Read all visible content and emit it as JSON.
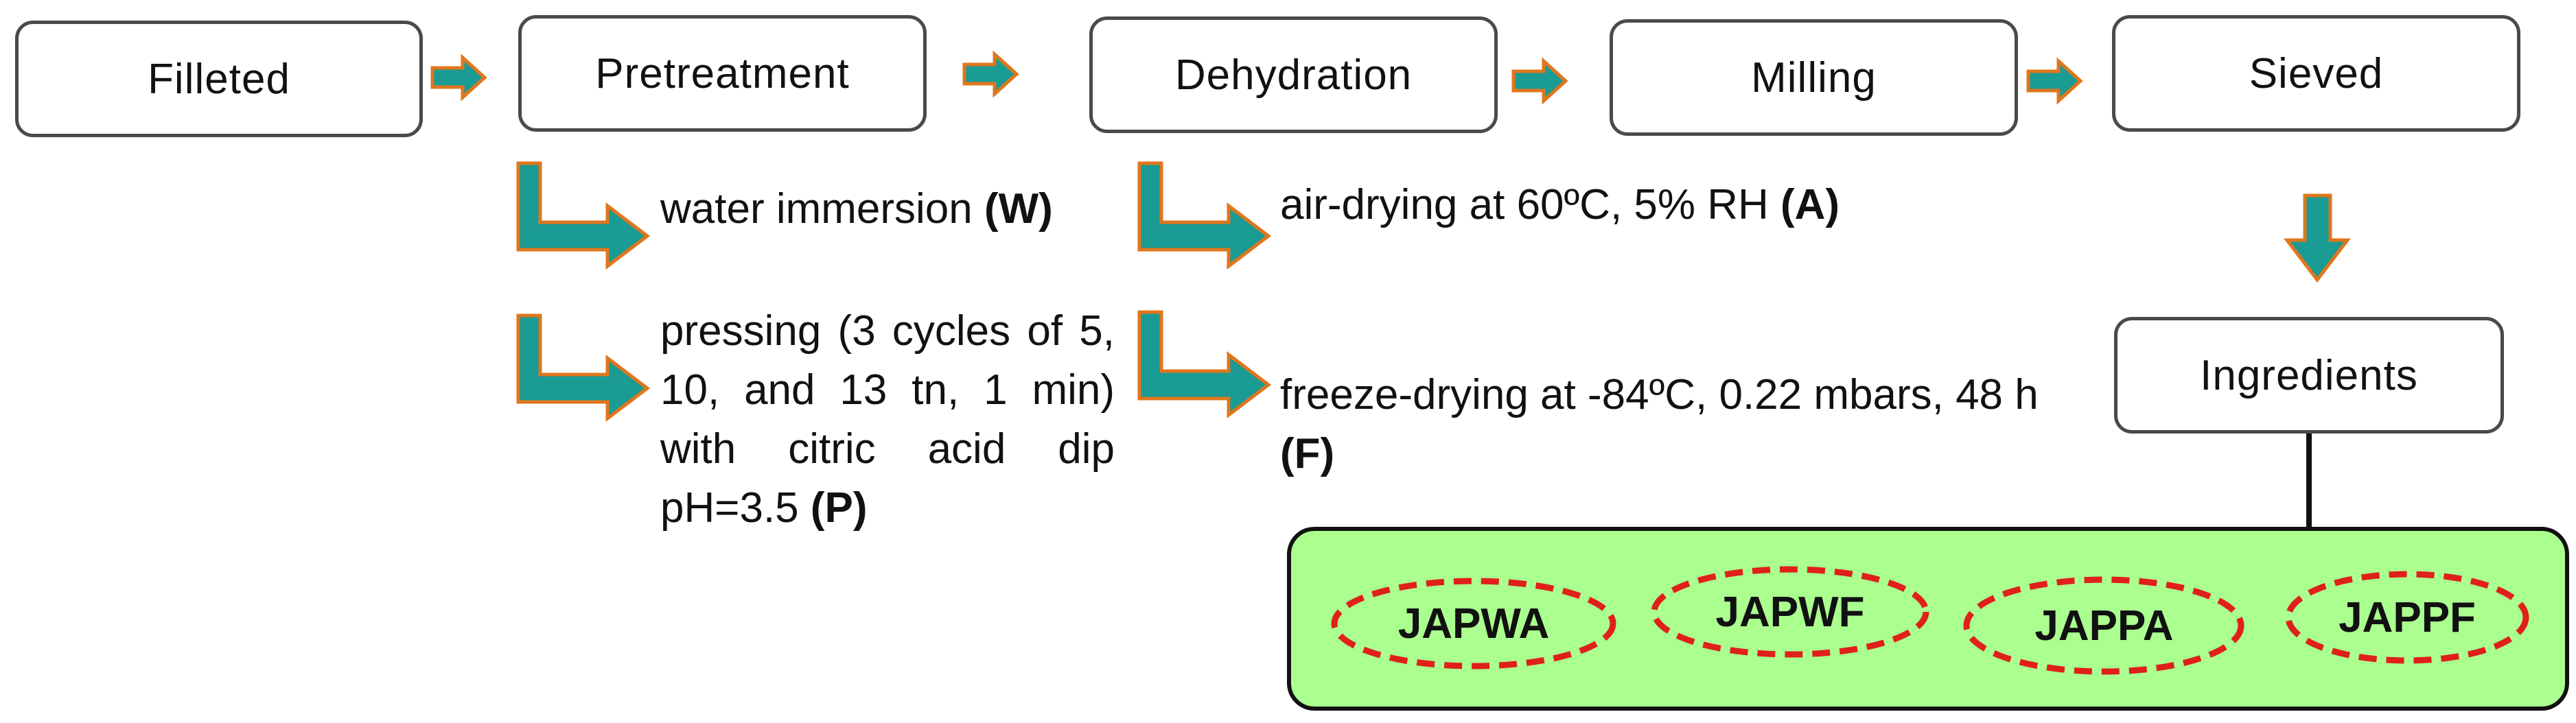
{
  "steps": [
    "Filleted",
    "Pretreatment",
    "Dehydration",
    "Milling",
    "Sieved"
  ],
  "pretreatment": {
    "water": {
      "text": "water immersion ",
      "code": "(W)"
    },
    "pressing": {
      "text": "pressing (3 cycles of 5, 10, and 13 tn, 1 min) with citric acid dip pH=3.5 ",
      "code": "(P)"
    }
  },
  "dehydration": {
    "air": {
      "text": "air-drying at 60ºC, 5% RH ",
      "code": "(A)"
    },
    "freeze": {
      "text": "freeze-drying at -84ºC, 0.22 mbars, 48 h ",
      "code": "(F)"
    }
  },
  "ingredients_label": "Ingredients",
  "products": [
    "JAPWA",
    "JAPWF",
    "JAPPA",
    "JAPPF"
  ],
  "colors": {
    "arrow_fill": "#1a9b93",
    "arrow_stroke": "#e0761c",
    "oval_dash": "#e0201a",
    "panel_fill": "#aaff8e"
  }
}
